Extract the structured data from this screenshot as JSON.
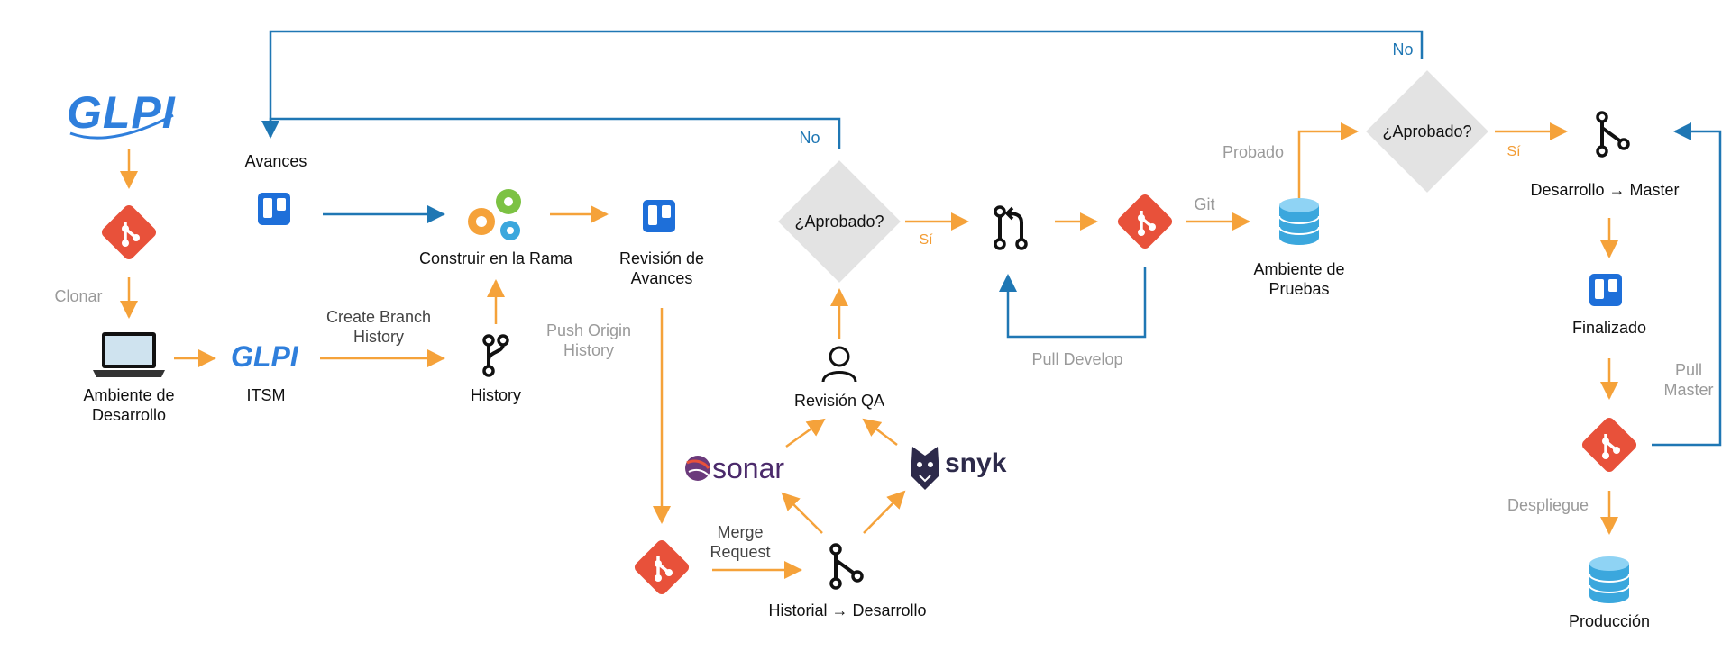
{
  "colors": {
    "orange": "#f5a23a",
    "blue": "#1f77b4",
    "git_red": "#e8513a",
    "trello_blue": "#1e6fd9",
    "diamond_gray": "#e3e3e3",
    "gray_text": "#9a9a9a",
    "glpi_blue": "#2f7fdc",
    "sonar_purple": "#4b2a6b",
    "snyk_dark": "#2d2a4a",
    "db_cyan": "#3ba7dd"
  },
  "logos": {
    "glpi_main": "GLPI",
    "glpi_small": "GLPI",
    "sonar": "sonar",
    "snyk": "snyk"
  },
  "icons": [
    "git-icon",
    "trello-icon",
    "laptop-icon",
    "gears-icon",
    "branch-icon",
    "merge-icon",
    "pull-request-icon",
    "user-icon",
    "database-icon",
    "sonar-logo",
    "snyk-logo",
    "glpi-logo"
  ],
  "nodes": {
    "ambiente_desarrollo": "Ambiente de\nDesarrollo",
    "itsm": "ITSM",
    "history": "History",
    "construir_rama": "Construir en la Rama",
    "avances": "Avances",
    "revision_avances": "Revisión de\nAvances",
    "revision_qa": "Revisión QA",
    "historial_desarrollo": "Historial  →  Desarrollo",
    "ambiente_pruebas": "Ambiente de\nPruebas",
    "desarrollo_master": "Desarrollo  →  Master",
    "finalizado": "Finalizado",
    "produccion": "Producción"
  },
  "decisions": {
    "aprobado_1": "¿Aprobado?",
    "aprobado_2": "¿Aprobado?"
  },
  "edge_labels": {
    "clonar": "Clonar",
    "create_branch": "Create Branch\nHistory",
    "push_origin": "Push Origin\nHistory",
    "merge_request": "Merge\nRequest",
    "pull_develop": "Pull Develop",
    "git": "Git",
    "probado": "Probado",
    "pull_master": "Pull\nMaster",
    "despliegue": "Despliegue",
    "no_1": "No",
    "no_2": "No",
    "si_1": "Sí",
    "si_2": "Sí"
  }
}
